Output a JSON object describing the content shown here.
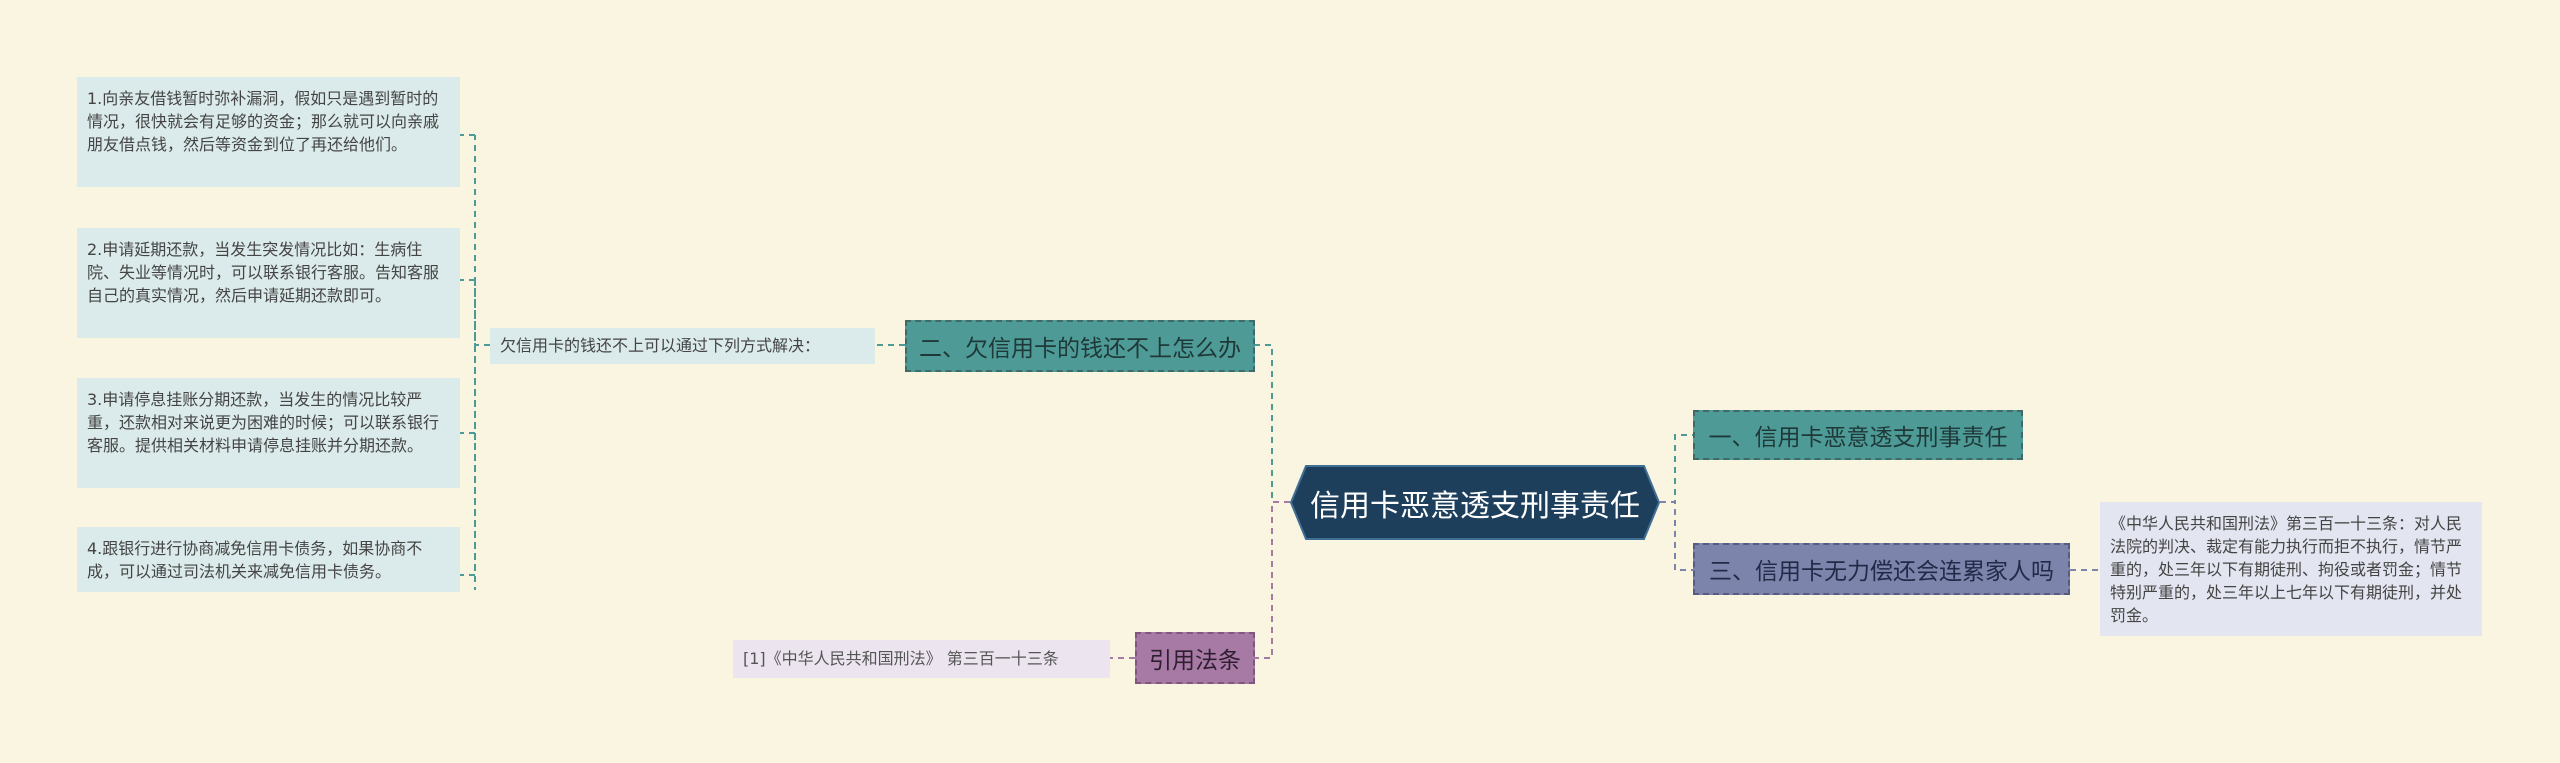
{
  "root": {
    "label": "信用卡恶意透支刑事责任"
  },
  "branches": [
    {
      "id": "b1",
      "label": "一、信用卡恶意透支刑事责任",
      "color": "#4d9a96"
    },
    {
      "id": "b2",
      "label": "二、欠信用卡的钱还不上怎么办",
      "color": "#4d9a96",
      "intro": "欠信用卡的钱还不上可以通过下列方式解决：",
      "items": [
        "1.向亲友借钱暂时弥补漏洞，假如只是遇到暂时的情况，很快就会有足够的资金；那么就可以向亲戚朋友借点钱，然后等资金到位了再还给他们。",
        "2.申请延期还款，当发生突发情况比如：生病住院、失业等情况时，可以联系银行客服。告知客服自己的真实情况，然后申请延期还款即可。",
        "3.申请停息挂账分期还款，当发生的情况比较严重，还款相对来说更为困难的时候；可以联系银行客服。提供相关材料申请停息挂账并分期还款。",
        "4.跟银行进行协商减免信用卡债务，如果协商不成，可以通过司法机关来减免信用卡债务。"
      ]
    },
    {
      "id": "b3",
      "label": "三、信用卡无力偿还会连累家人吗",
      "color": "#7c84ac",
      "detail": "《中华人民共和国刑法》第三百一十三条：对人民法院的判决、裁定有能力执行而拒不执行，情节严重的，处三年以下有期徒刑、拘役或者罚金；情节特别严重的，处三年以上七年以下有期徒刑，并处罚金。"
    },
    {
      "id": "b4",
      "label": "引用法条",
      "color": "#a77aa6",
      "citation": "[1]《中华人民共和国刑法》 第三百一十三条"
    }
  ],
  "colors": {
    "background": "#faf5e0",
    "root": "#1d3f5c",
    "teal_link": "#4d9a96",
    "lavender_link": "#7c84ac",
    "mauve_link": "#a77aa6"
  }
}
